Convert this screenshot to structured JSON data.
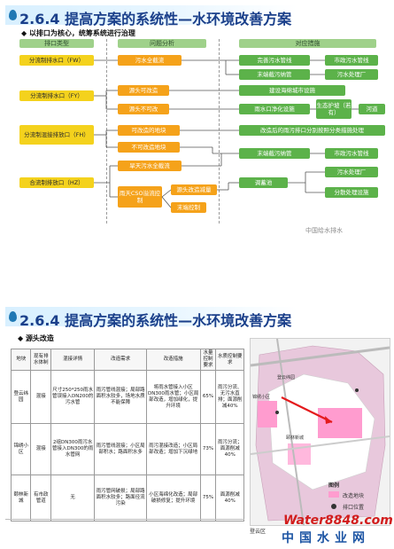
{
  "slide1": {
    "title": "2.6.4 提高方案的系统性—水环境改善方案",
    "subtitle": "◆ 以排口为核心，统筹系统进行治理",
    "col_headers": [
      "排口类型",
      "问题分析",
      "对应措施"
    ],
    "outfalls": [
      "分流制排水口（FW）",
      "分流制排水口（FY）",
      "分流制混接排放口（FH）",
      "合流制排放口（HZ）"
    ],
    "problems": [
      "污水全截流",
      "源头可改造",
      "源头不可改",
      "可改造的地块",
      "不可改造地块",
      "旱天污水全截流",
      "雨天CSO溢流控制",
      "源头改造减量",
      "末端控制"
    ],
    "measures": [
      "完善污水管线",
      "末端截污纳管",
      "建设海绵城市设施",
      "雨水口净化设施",
      "生态护坡（若有）",
      "河道",
      "改造后的雨污排口分别按照分类措施处理",
      "末端截污纳管",
      "调蓄池",
      "市政污水管线",
      "污水处理厂",
      "市政污水管线",
      "污水处理厂",
      "分散处理设施"
    ],
    "watermark": "中国给水排水"
  },
  "slide2": {
    "title": "2.6.4 提高方案的系统性—水环境改善方案",
    "subtitle": "◆ 源头改造",
    "table_headers": [
      "地块",
      "现有排水体制",
      "混接详情",
      "改造需求",
      "改造措施",
      "水量控制要求",
      "水质控制要求"
    ],
    "rows": [
      [
        "登云纬园",
        "混接",
        "尺寸250*250雨水管误接入DN200的污水管",
        "雨污管线混接；局部路面积水较多，场地水质不能保障",
        "将雨水管接入小区DN300雨水管；小区局部改造，增加绿化，提升环境",
        "65%",
        "雨污分流、无污水直排；面源削减40%"
      ],
      [
        "锦绣小区",
        "混接",
        "2组DN300雨污水管接入DN300的雨水管网",
        "雨污管线混接；小区局部积水；路面积水多",
        "雨污混接改造；小区局部改造；增加下沉绿地",
        "73%",
        "雨污分流；面源削减40%"
      ],
      [
        "颐林新城",
        "有市政管道",
        "无",
        "雨污管网破损；局部路面积水较多；路面径流污染",
        "小区海绵化改造；局部破损修复；提升环境",
        "75%",
        "面源削减40%"
      ]
    ],
    "map_labels": [
      "登云纬园",
      "锦绣小区",
      "颐林新城"
    ],
    "legend_title": "图例",
    "legend_items": [
      "改造地块",
      "排口位置"
    ],
    "watermark_main": "Water8848.com",
    "watermark_cn": "中国水业网",
    "footer_small": "登云区"
  },
  "colors": {
    "title": "#1a3f8a",
    "yellow": "#f4d21d",
    "orange": "#f5a21a",
    "green": "#5cb24a",
    "header_green": "#9fd18a",
    "map_pink": "#f2a6d6"
  }
}
